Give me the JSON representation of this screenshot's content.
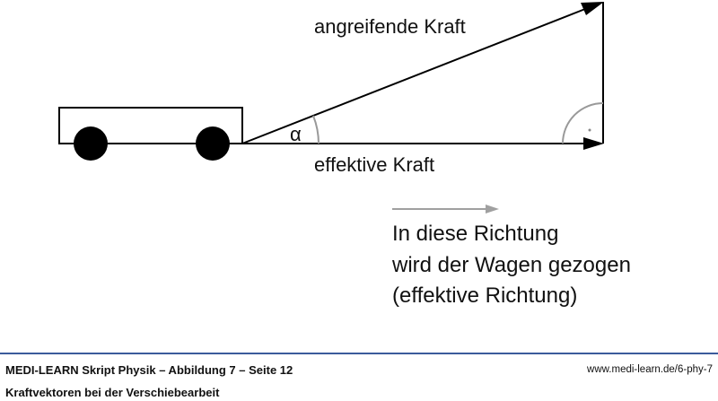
{
  "diagram": {
    "applied_force_label": "angreifende Kraft",
    "effective_force_label": "effektive Kraft",
    "angle_label": "α",
    "direction_lines": [
      "In diese Richtung",
      "wird der Wagen gezogen",
      "(effektive Richtung)"
    ]
  },
  "footer": {
    "title": "MEDI-LEARN Skript Physik – Abbildung 7 – Seite 12",
    "subtitle": "Kraftvektoren bei der Verschiebearbeit",
    "url": "www.medi-learn.de/6-phy-7"
  },
  "colors": {
    "rule": "#3b5b9b",
    "arc": "#999999",
    "direction_arrow": "#a0a0a0"
  }
}
